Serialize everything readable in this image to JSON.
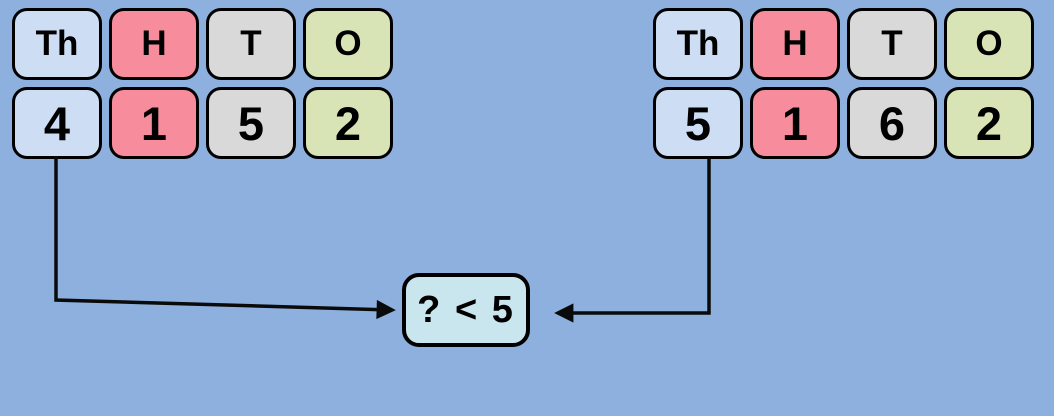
{
  "colors": {
    "background": "#8db0de",
    "thousands": "#cdddf3",
    "hundreds": "#f78c9c",
    "tens": "#d9d9d9",
    "ones": "#d8e4b5",
    "comparison_box": "#c9e5ed",
    "outline": "#000000"
  },
  "left_number": {
    "headers": [
      "Th",
      "H",
      "T",
      "O"
    ],
    "digits": [
      "4",
      "1",
      "5",
      "2"
    ]
  },
  "right_number": {
    "headers": [
      "Th",
      "H",
      "T",
      "O"
    ],
    "digits": [
      "5",
      "1",
      "6",
      "2"
    ]
  },
  "comparison": {
    "label": "? < 5"
  }
}
